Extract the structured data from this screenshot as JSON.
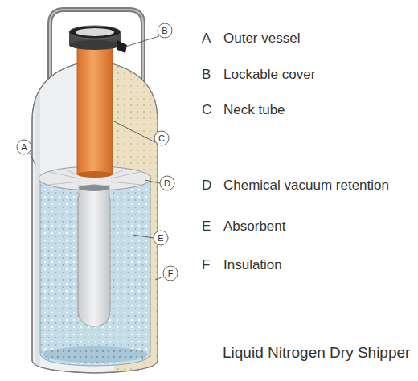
{
  "diagram": {
    "caption": "Liquid Nitrogen Dry Shipper",
    "labels": [
      "A",
      "B",
      "C",
      "D",
      "E",
      "F",
      "A",
      "Outer vessel",
      "B",
      "Lockable cover",
      "C",
      "Neck tube",
      "D",
      "Chemical vacuum retention",
      "E",
      "Absorbent",
      "F",
      "Insulation"
    ]
  }
}
